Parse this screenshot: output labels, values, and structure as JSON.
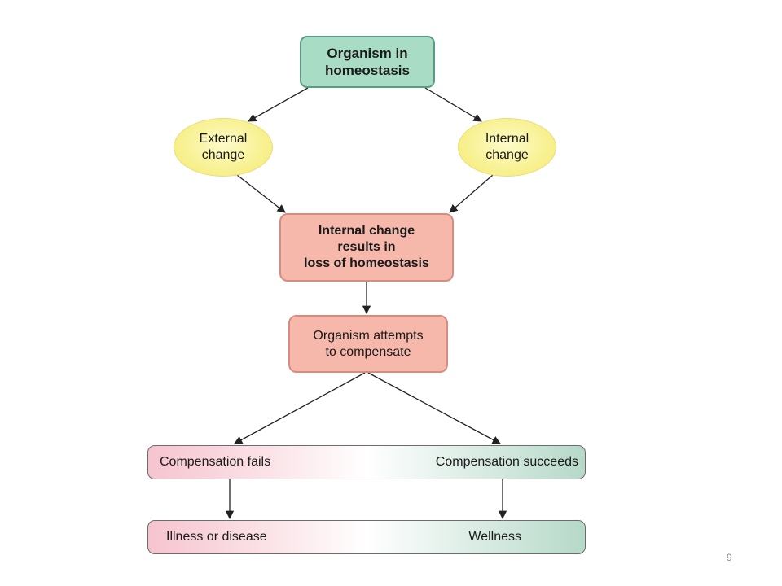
{
  "diagram": {
    "nodes": {
      "top": "Organism in\nhomeostasis",
      "external": "External\nchange",
      "internal": "Internal\nchange",
      "loss": "Internal change\nresults in\nloss of homeostasis",
      "compensate": "Organism attempts\nto compensate"
    },
    "outcome_bar": {
      "fails": "Compensation fails",
      "succeeds": "Compensation succeeds"
    },
    "result_bar": {
      "illness": "Illness or disease",
      "wellness": "Wellness"
    }
  },
  "slide": {
    "page_number": "9"
  },
  "colors": {
    "stable_box": "#a9dcc4",
    "change_ellipse": "#f7ef88",
    "disturbance_box": "#f6b8ab",
    "arrow": "#222222"
  }
}
